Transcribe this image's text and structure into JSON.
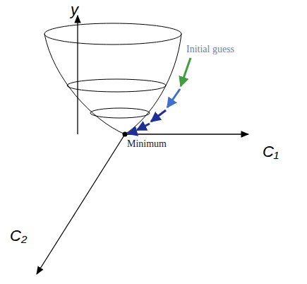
{
  "diagram": {
    "labels": [
      "y",
      "Initial guess",
      "Minimum",
      "C₁",
      "C₂"
    ]
  }
}
